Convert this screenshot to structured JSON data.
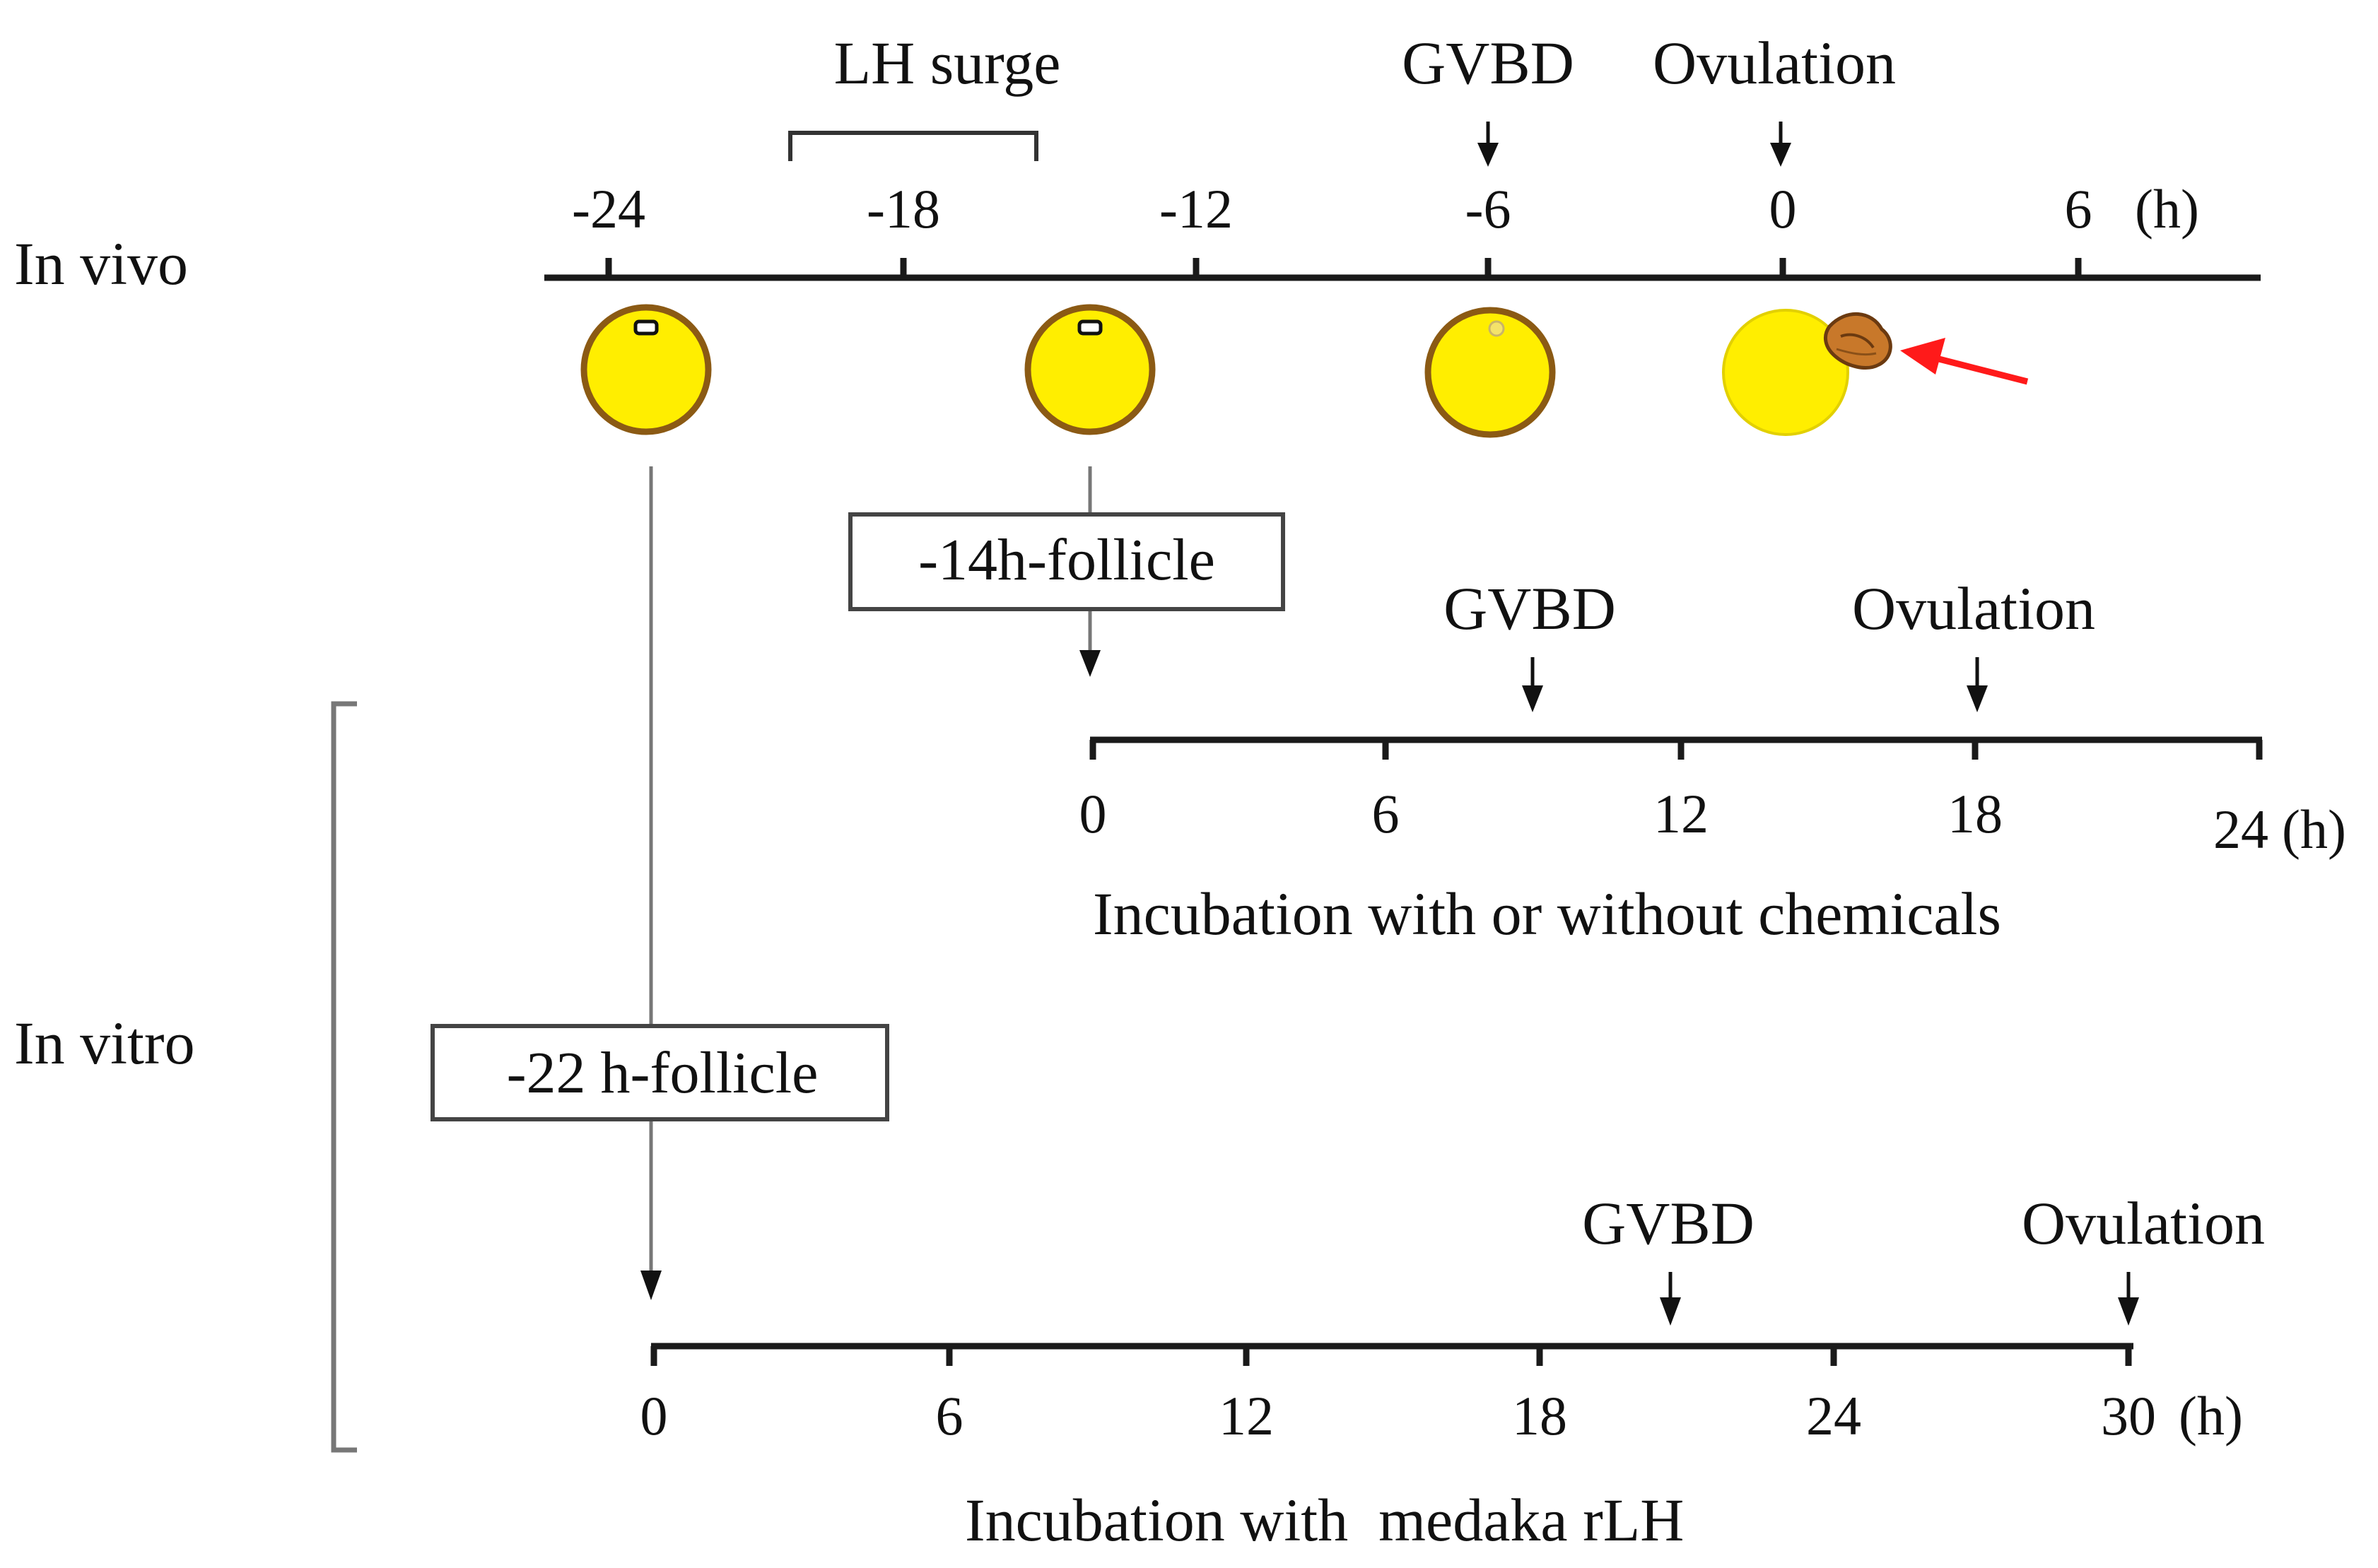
{
  "labels": {
    "in_vivo": "In vivo",
    "in_vitro": "In vitro",
    "lh_surge": "LH surge",
    "gvbd_vivo": "GVBD",
    "ovulation_vivo": "Ovulation",
    "gvbd_14": "GVBD",
    "ovulation_14": "Ovulation",
    "gvbd_22": "GVBD",
    "ovulation_22": "Ovulation",
    "box_14": "-14h-follicle",
    "box_22": "-22 h-follicle",
    "incubation_14": "Incubation with or without chemicals",
    "incubation_22": "Incubation with  medaka rLH"
  },
  "timelines": {
    "in_vivo": {
      "ticks": [
        "-24",
        "-18",
        "-12",
        "-6",
        "0",
        "6"
      ],
      "unit": "(h)"
    },
    "follicle_14": {
      "ticks": [
        "0",
        "6",
        "12",
        "18",
        "24"
      ],
      "unit": "(h)"
    },
    "follicle_22": {
      "ticks": [
        "0",
        "6",
        "12",
        "18",
        "24",
        "30"
      ],
      "unit": "(h)"
    }
  },
  "colors": {
    "oocyte_fill": "#ffee00",
    "oocyte_rim": "#8b5a14",
    "ovulated_shell": "#c8782a",
    "pointer_arrow": "#ff1a1a",
    "axis": "#1a1a1a",
    "connector": "#777777"
  }
}
